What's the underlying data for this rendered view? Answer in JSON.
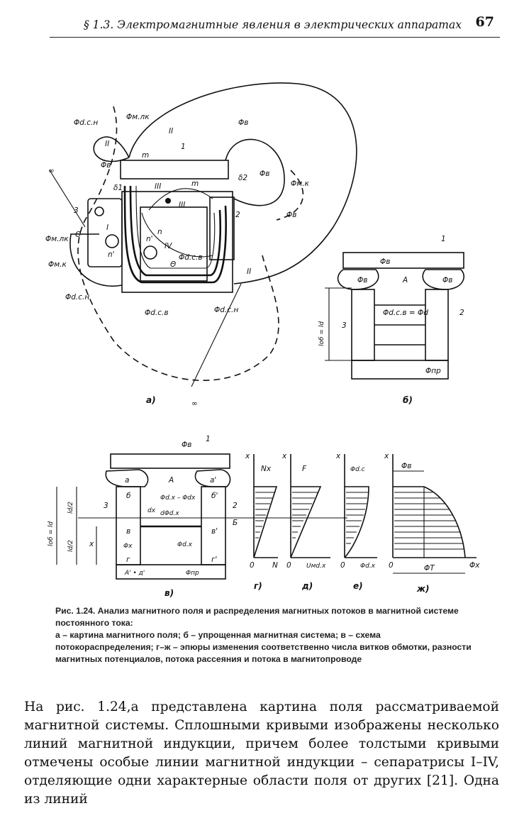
{
  "header": {
    "running_title": "§ 1.3. Электромагнитные явления в электрических аппаратах",
    "page_number": "67"
  },
  "figure": {
    "panel_labels": {
      "a": "а)",
      "b": "б)",
      "v": "в)",
      "g": "г)",
      "d": "д)",
      "e": "е)",
      "zh": "ж)"
    },
    "symbols": {
      "phi_dsn": "Φd.c.н",
      "phi_mlk": "Φм.лк",
      "phi_v": "Φв",
      "phi_mk": "Φм.к",
      "phi_dsv": "Φd.c.в",
      "phi_ds": "Φd.c",
      "phi_pr": "Φпр",
      "phi_dsv_eq": "Φd.c.в = Φd",
      "infinity": "∞",
      "roman_I": "I",
      "roman_II": "II",
      "roman_III": "III",
      "roman_IV": "IV",
      "m": "m",
      "n": "n",
      "n_prime": "n'",
      "delta1": "δ1",
      "delta2": "δ2",
      "theta": "Θ",
      "num1": "1",
      "num2": "2",
      "num3": "3",
      "A": "A",
      "a": "a",
      "a_prime": "a'",
      "B": "Б",
      "delta": "б",
      "delta_prime": "б'",
      "g": "г",
      "g_prime": "г'",
      "v": "в",
      "v_prime": "в'",
      "A_bottom": "А' • д'",
      "lob_eq_ld": "lоб = ld",
      "ld_half": "ld/2",
      "x": "x",
      "dx": "dx",
      "phi_dx_expr": "Φd.x – Φdx",
      "d_phi_dx": "dΦd.x",
      "phi_dx": "Φd.x",
      "phi_x": "Φx",
      "N": "N",
      "Nx": "Nx",
      "F": "F",
      "U_mdx": "Uмd.x",
      "phi_dx_axis": "Φd.x",
      "phi_T": "ΦТ",
      "phi_x_axis": "Φx",
      "zero": "0"
    }
  },
  "caption": {
    "title": "Рис. 1.24. Анализ магнитного поля и распределения магнитных потоков в магнитной системе постоянного тока:",
    "body": "а – картина магнитного поля; б – упрощенная магнитная система; в – схема потокораспределения; г–ж – эпюры изменения соответственно числа витков обмотки, разности магнитных потенциалов, потока рассеяния и потока в магнитопроводе"
  },
  "body_text": "На рис. 1.24,а представлена картина поля рассматриваемой магнитной системы. Сплошными кривыми изображены несколько линий магнитной индукции, причем более толстыми кривыми отмечены особые линии магнитной индукции – сепаратрисы I–IV, отделяющие одни характерные области поля от других [21]. Одна из линий"
}
